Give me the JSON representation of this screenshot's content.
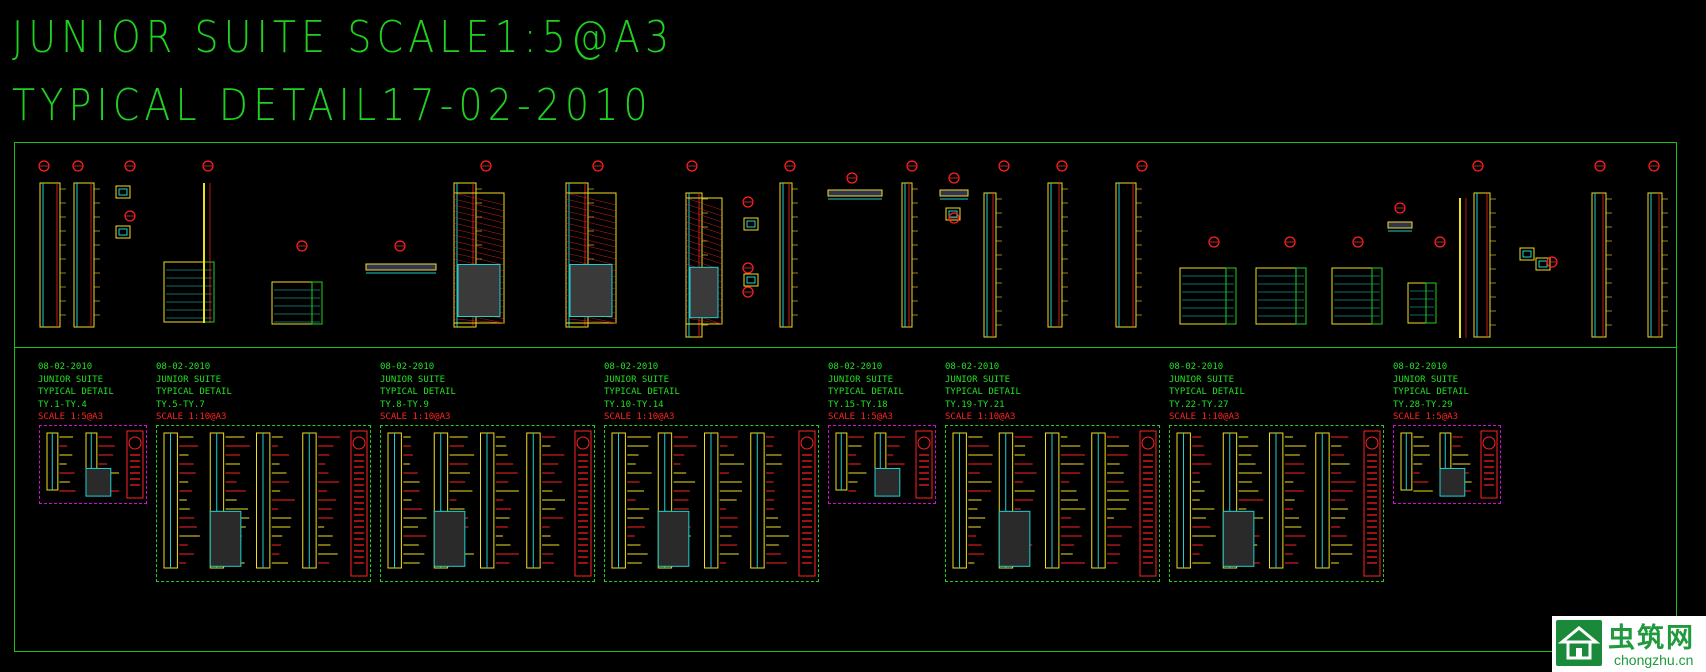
{
  "title_line1": "JUNIOR SUITE SCALE1:5@A3",
  "title_line2": "TYPICAL DETAIL17-02-2010",
  "blocks": [
    {
      "date": "08-02-2010",
      "project": "JUNIOR SUITE",
      "type": "TYPICAL DETAIL",
      "range": "TY.1-TY.4",
      "scale": "SCALE 1:5@A3"
    },
    {
      "date": "08-02-2010",
      "project": "JUNIOR SUITE",
      "type": "TYPICAL DETAIL",
      "range": "TY.5-TY.7",
      "scale": "SCALE 1:10@A3"
    },
    {
      "date": "08-02-2010",
      "project": "JUNIOR SUITE",
      "type": "TYPICAL DETAIL",
      "range": "TY.8-TY.9",
      "scale": "SCALE 1:10@A3"
    },
    {
      "date": "08-02-2010",
      "project": "JUNIOR SUITE",
      "type": "TYPICAL DETAIL",
      "range": "TY.10-TY.14",
      "scale": "SCALE 1:10@A3"
    },
    {
      "date": "08-02-2010",
      "project": "JUNIOR SUITE",
      "type": "TYPICAL DETAIL",
      "range": "TY.15-TY.18",
      "scale": "SCALE 1:5@A3"
    },
    {
      "date": "08-02-2010",
      "project": "JUNIOR SUITE",
      "type": "TYPICAL DETAIL",
      "range": "TY.19-TY.21",
      "scale": "SCALE 1:10@A3"
    },
    {
      "date": "08-02-2010",
      "project": "JUNIOR SUITE",
      "type": "TYPICAL DETAIL",
      "range": "TY.22-TY.27",
      "scale": "SCALE 1:10@A3"
    },
    {
      "date": "08-02-2010",
      "project": "JUNIOR SUITE",
      "type": "TYPICAL DETAIL",
      "range": "TY.28-TY.29",
      "scale": "SCALE 1:5@A3"
    }
  ],
  "watermark": {
    "chinese": "虫筑网",
    "url": "chongzhu.cn"
  },
  "colors": {
    "green": "#1fd11f",
    "red": "#ff2222",
    "magenta": "#d010d0",
    "yellow": "#f0e020",
    "cyan": "#20d0d0"
  }
}
